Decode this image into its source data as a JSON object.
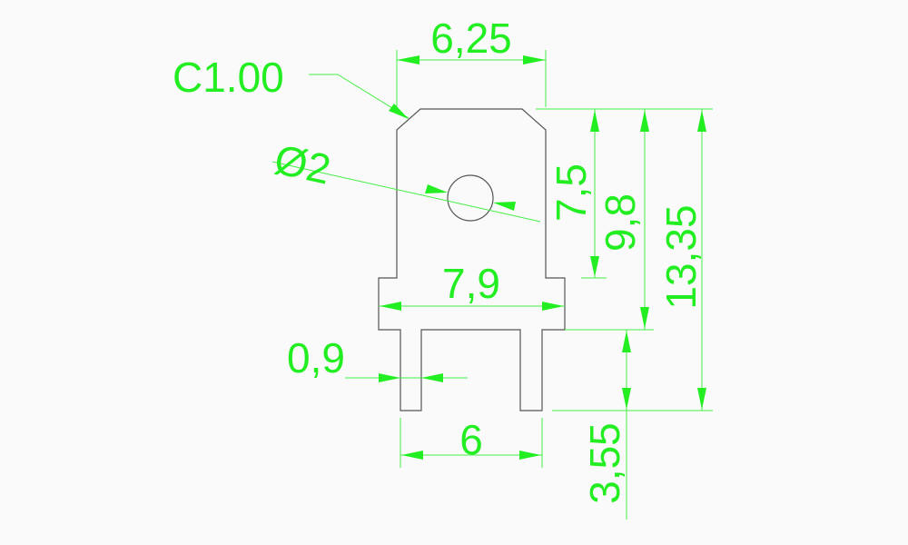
{
  "drawing": {
    "colors": {
      "dimension": "#22ee22",
      "outline": "#555555",
      "background": "#fafafa"
    },
    "dimensions": {
      "chamfer": "C1.00",
      "hole_diameter": "Ø2",
      "top_width": "6,25",
      "flange_width": "7,9",
      "pin_width": "0,9",
      "pin_spacing": "6",
      "hole_height": "7,5",
      "body_height": "9,8",
      "total_height": "13,35",
      "pin_length": "3,55"
    }
  }
}
